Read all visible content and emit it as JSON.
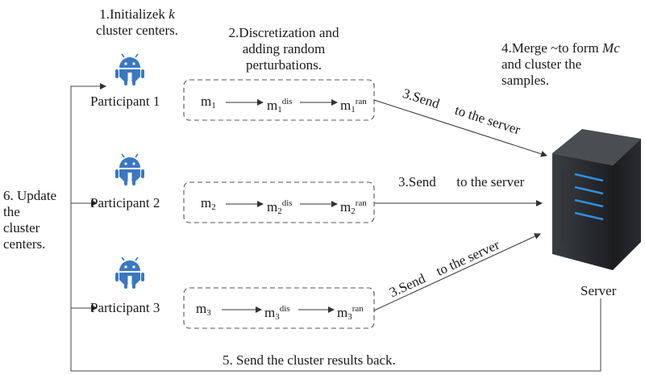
{
  "steps": {
    "step1_line1": "1.Initializek",
    "step1_k": "k",
    "step1_line2": "cluster centers.",
    "step2_line1": "2.Discretization and",
    "step2_line2": "adding random",
    "step2_line3": "perturbations.",
    "step3_send": "3.Send",
    "step3_to_server": "to the server",
    "step4_line1a": "4.Merge ~to form",
    "step4_mc": "Mc",
    "step4_line2": "and cluster the",
    "step4_line3": "samples.",
    "step5": "5. Send the cluster results back.",
    "step6_line1": "6. Update",
    "step6_line2": "the",
    "step6_line3": "cluster",
    "step6_line4": "centers."
  },
  "participants": [
    {
      "label": "Participant 1",
      "m": "m",
      "sub": "1",
      "dis": "dis",
      "ran": "ran"
    },
    {
      "label": "Participant 2",
      "m": "m",
      "sub": "2",
      "dis": "dis",
      "ran": "ran"
    },
    {
      "label": "Participant 3",
      "m": "m",
      "sub": "3",
      "dis": "dis",
      "ran": "ran"
    }
  ],
  "server": {
    "label": "Server"
  },
  "icons": {
    "participant_icon": "android-robot-icon",
    "server_icon": "server-tower-icon"
  },
  "colors": {
    "android_blue": "#3a78c2",
    "server_led": "#2e8fe0",
    "line": "#333333"
  }
}
